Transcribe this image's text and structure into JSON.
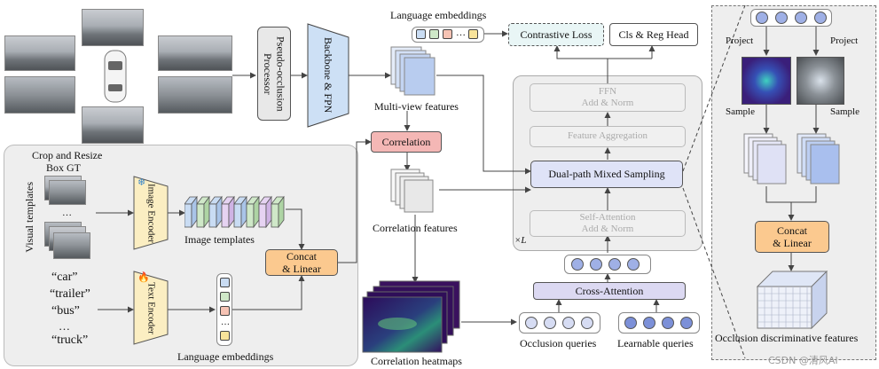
{
  "pseudo_occlusion_processor": "Pseudo-occlusion Processor",
  "backbone_fpn": "Backbone & FPN",
  "multiview_features": "Multi-view features",
  "language_embeddings_top": "Language embeddings",
  "contrastive_loss": "Contrastive Loss",
  "cls_reg_head": "Cls & Reg Head",
  "ffn": {
    "line1": "FFN",
    "line2": "Add & Norm"
  },
  "feature_aggregation": "Feature Aggregation",
  "dual_path": "Dual-path Mixed Sampling",
  "self_attention": {
    "line1": "Self-Attention",
    "line2": "Add & Norm"
  },
  "xl": "×L",
  "correlation": "Correlation",
  "correlation_features": "Correlation features",
  "correlation_heatmaps": "Correlation heatmaps",
  "cross_attention": "Cross-Attention",
  "occlusion_queries": "Occlusion queries",
  "learnable_queries": "Learnable queries",
  "crop_resize": "Crop and Resize",
  "box_gt": "Box GT",
  "visual_templates": "Visual templates",
  "image_encoder": "Image Encoder",
  "image_templates": "Image templates",
  "text_encoder": "Text Encoder",
  "words": [
    "“car”",
    "“trailer”",
    "“bus”",
    "…",
    "“truck”"
  ],
  "language_embeddings_bottom": "Language embeddings",
  "concat_linear_left": {
    "line1": "Concat",
    "line2": "& Linear"
  },
  "project_left": "Project",
  "project_right": "Project",
  "sample_left": "Sample",
  "sample_right": "Sample",
  "concat_linear_right": {
    "line1": "Concat",
    "line2": "& Linear"
  },
  "occlusion_features": "Occlusion discriminative features",
  "ellipsis": "…",
  "watermark": "CSDN @清风AI",
  "colors": {
    "correlation_box": "#f4b7b5",
    "concat_box": "#fbc98f",
    "contrastive_box": "#e9f6f6",
    "backbone_box": "#cde0f5",
    "encoder_box": "#fbeec2",
    "dual_path_box": "#dfe3f7",
    "cross_attention_box": "#dcd9f2",
    "embed_colors": [
      "#c9dcf3",
      "#cfe8c8",
      "#f6c3b4",
      "#f8e39a"
    ]
  }
}
